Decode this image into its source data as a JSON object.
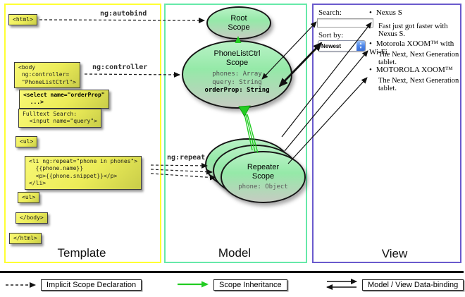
{
  "columns": {
    "template": "Template",
    "model": "Model",
    "view": "View"
  },
  "labels": {
    "ng_autobind": "ng:autobind",
    "ng_controller": "ng:controller",
    "ng_repeat": "ng:repeat"
  },
  "template_code": {
    "html_open": "<html>",
    "body_open": "<body\n ng:controller=\n \"PhoneListCtrl\">",
    "select": "<select name=\"orderProp\"\n  ...>",
    "fulltext": "Fulltext Search:\n  <input name=\"query\">",
    "ul_open": "<ul>",
    "li_repeat": "<li ng:repeat=\"phone in phones\">\n  {{phone.name}}\n  <p>{{phone.snippet}}</p>\n</li>",
    "ul_close": "<ul>",
    "body_close": "</body>",
    "html_close": "</html>"
  },
  "model": {
    "root_scope": {
      "title": "Root\nScope"
    },
    "phonelist_scope": {
      "title": "PhoneListCtrl\nScope",
      "props": "phones: Array\nquery: String",
      "prop_bold": "orderProp: String"
    },
    "repeater_scope": {
      "title": "Repeater\nScope",
      "prop": "phone: Object"
    }
  },
  "view": {
    "search_label": "Search:",
    "search_value": "",
    "sort_label": "Sort by:",
    "sort_value": "Newest",
    "items": [
      {
        "bullet": "•",
        "name": "Nexus S",
        "desc": "Fast just got faster with Nexus S."
      },
      {
        "bullet": "•",
        "name": "Motorola XOOM™ with Wi-Fi",
        "desc": "The Next, Next Generation tablet."
      },
      {
        "bullet": "•",
        "name": "MOTOROLA XOOM™",
        "desc": "The Next, Next Generation tablet."
      }
    ]
  },
  "legend": {
    "implicit": "Implicit Scope Declaration",
    "inheritance": "Scope Inheritance",
    "binding": "Model / View Data-binding"
  },
  "colors": {
    "template_border": "#ffff33",
    "model_border": "#66e9a9",
    "view_border": "#6a5acd",
    "arrow_green": "#22cc22"
  }
}
